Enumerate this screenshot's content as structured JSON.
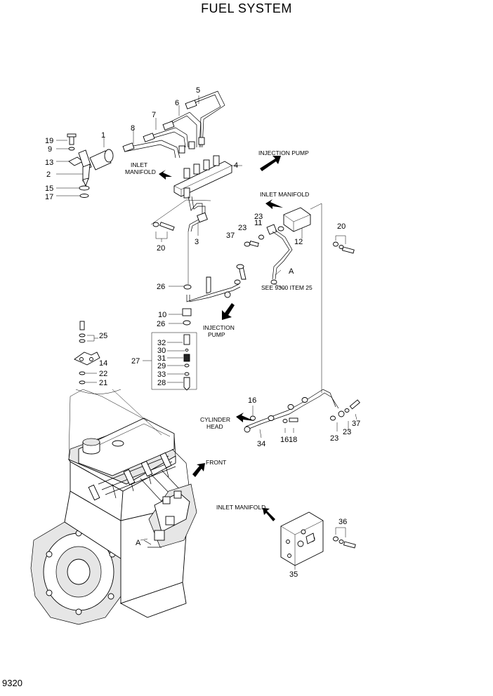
{
  "title": "FUEL SYSTEM",
  "page_number": "9320",
  "callouts": [
    "1",
    "2",
    "3",
    "4",
    "5",
    "6",
    "7",
    "8",
    "9",
    "10",
    "11",
    "12",
    "13",
    "14",
    "15",
    "16",
    "17",
    "18",
    "19",
    "20",
    "21",
    "22",
    "23",
    "25",
    "26",
    "27",
    "28",
    "29",
    "30",
    "31",
    "32",
    "33",
    "34",
    "35",
    "36",
    "37"
  ],
  "notes": {
    "injection_pump_top": "INJECTION PUMP",
    "inlet_manifold_left_1": "INLET",
    "inlet_manifold_left_2": "MANIFOLD",
    "inlet_manifold_right": "INLET MANIFOLD",
    "see_ref": "SEE 9300 ITEM 25",
    "ref_a_1": "A",
    "ref_a_2": "A",
    "injection_pump_mid_1": "INJECTION",
    "injection_pump_mid_2": "PUMP",
    "cylinder_head_1": "CYLINDER",
    "cylinder_head_2": "HEAD",
    "front": "FRONT",
    "inlet_manifold_bottom": "INLET MANIFOLD"
  },
  "extra_labels": {
    "l16b": "16",
    "l18": "18",
    "l20b": "20",
    "l23b": "23",
    "l23c": "23",
    "l23d": "23",
    "l26b": "26",
    "l37b": "37"
  }
}
